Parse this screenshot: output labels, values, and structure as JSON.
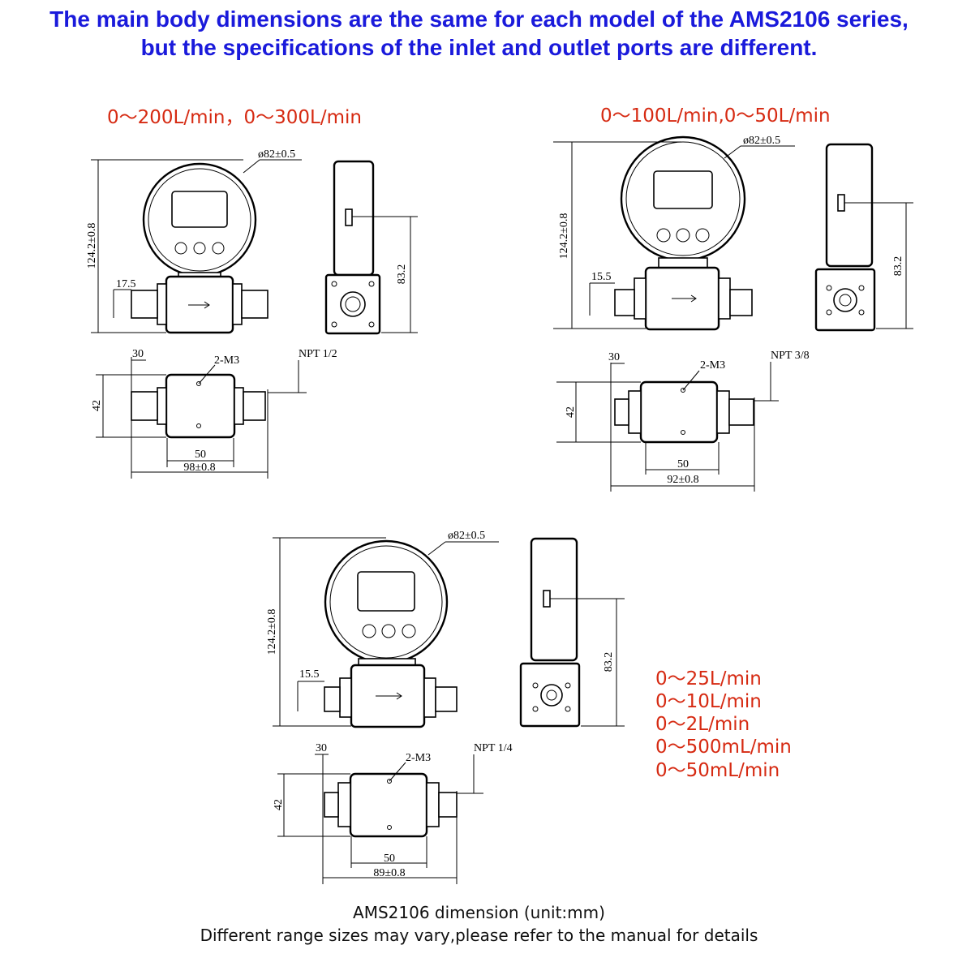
{
  "heading": {
    "line1": "The main body dimensions are the same for each model of the AMS2106 series,",
    "line2": "but the specifications of the inlet and outlet ports are different."
  },
  "models": [
    {
      "range": "0～200L/min，0～300L/min",
      "diameter": "ø82±0.5",
      "height": "124.2±0.8",
      "side_height": "83.2",
      "port_offset": "17.5",
      "edge": "30",
      "holes": "2-M3",
      "thread": "NPT 1/2",
      "width": "42",
      "hole_span": "50",
      "length": "98±0.8"
    },
    {
      "range": "0～100L/min,0～50L/min",
      "diameter": "ø82±0.5",
      "height": "124.2±0.8",
      "side_height": "83.2",
      "port_offset": "15.5",
      "edge": "30",
      "holes": "2-M3",
      "thread": "NPT 3/8",
      "width": "42",
      "hole_span": "50",
      "length": "92±0.8"
    },
    {
      "ranges": [
        "0～25L/min",
        "0～10L/min",
        "0～2L/min",
        "0～500mL/min",
        "0～50mL/min"
      ],
      "diameter": "ø82±0.5",
      "height": "124.2±0.8",
      "side_height": "83.2",
      "port_offset": "15.5",
      "edge": "30",
      "holes": "2-M3",
      "thread": "NPT 1/4",
      "width": "42",
      "hole_span": "50",
      "length": "89±0.8"
    }
  ],
  "footer": {
    "caption": "AMS2106 dimension (unit:mm)",
    "note": "Different range sizes may vary,please refer to the manual for details"
  }
}
